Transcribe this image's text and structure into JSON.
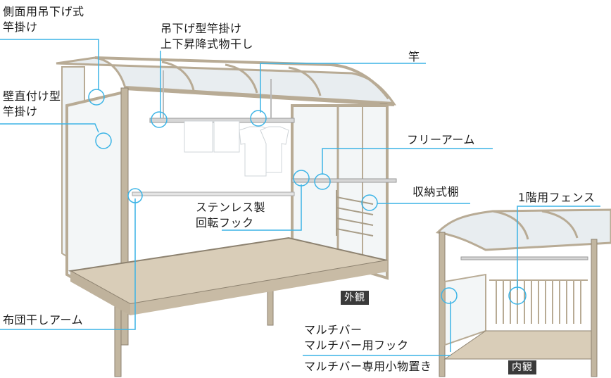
{
  "callouts": {
    "side_hanging_pole": "側面用吊下げ式\n竿掛け",
    "wall_mount_pole": "壁直付け型\n竿掛け",
    "hanging_lift_pole": "吊下げ型竿掛け\n上下昇降式物干し",
    "pole": "竿",
    "free_arm": "フリーアーム",
    "storage_shelf": "収納式棚",
    "stainless_hook": "ステンレス製\n回転フック",
    "futon_arm": "布団干しアーム",
    "fence_1f": "1階用フェンス",
    "multi_bar": "マルチバー\nマルチバー用フック",
    "multi_bar_holder": "マルチバー専用小物置き"
  },
  "tags": {
    "exterior": "外観",
    "interior": "内観"
  },
  "colors": {
    "frame": "#b8ab95",
    "frame_dark": "#8d8270",
    "glass": "#eef2f4",
    "floor": "#d9cdb8",
    "callout_line": "#3cb4e6",
    "tag_bg": "#3a3a3a"
  }
}
